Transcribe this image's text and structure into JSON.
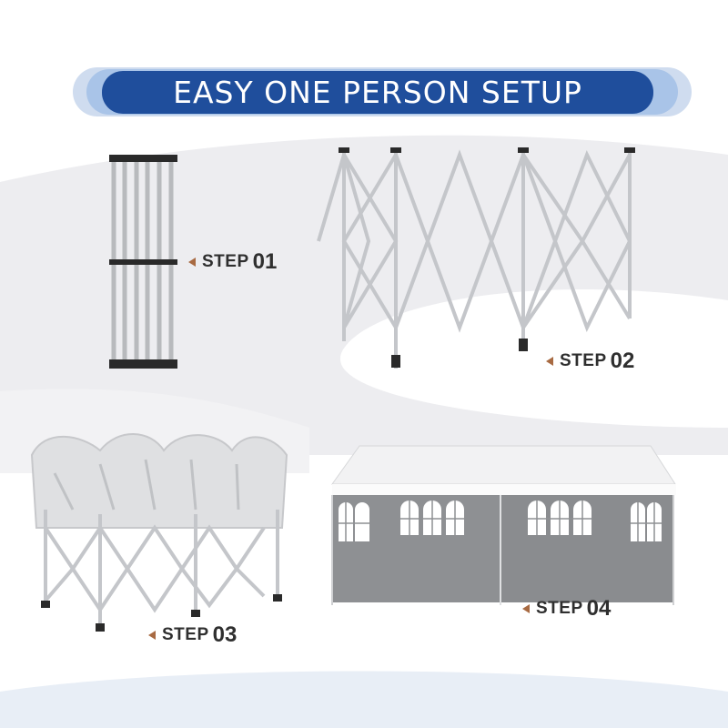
{
  "banner": {
    "title": "EASY ONE PERSON SETUP"
  },
  "steps": [
    {
      "word": "STEP",
      "number": "01"
    },
    {
      "word": "STEP",
      "number": "02"
    },
    {
      "word": "STEP",
      "number": "03"
    },
    {
      "word": "STEP",
      "number": "04"
    }
  ],
  "colors": {
    "banner_dark": "#1f4e9c",
    "banner_light": "#a9c4e8",
    "swoosh": "#ececef",
    "frame": "#c4c6ca",
    "canopy_white": "#f2f2f3",
    "wall_grey": "#8e9093",
    "step_arrow": "#a86a42",
    "step_text": "#2f2f2f"
  },
  "icons": [
    "step-arrow-icon"
  ]
}
